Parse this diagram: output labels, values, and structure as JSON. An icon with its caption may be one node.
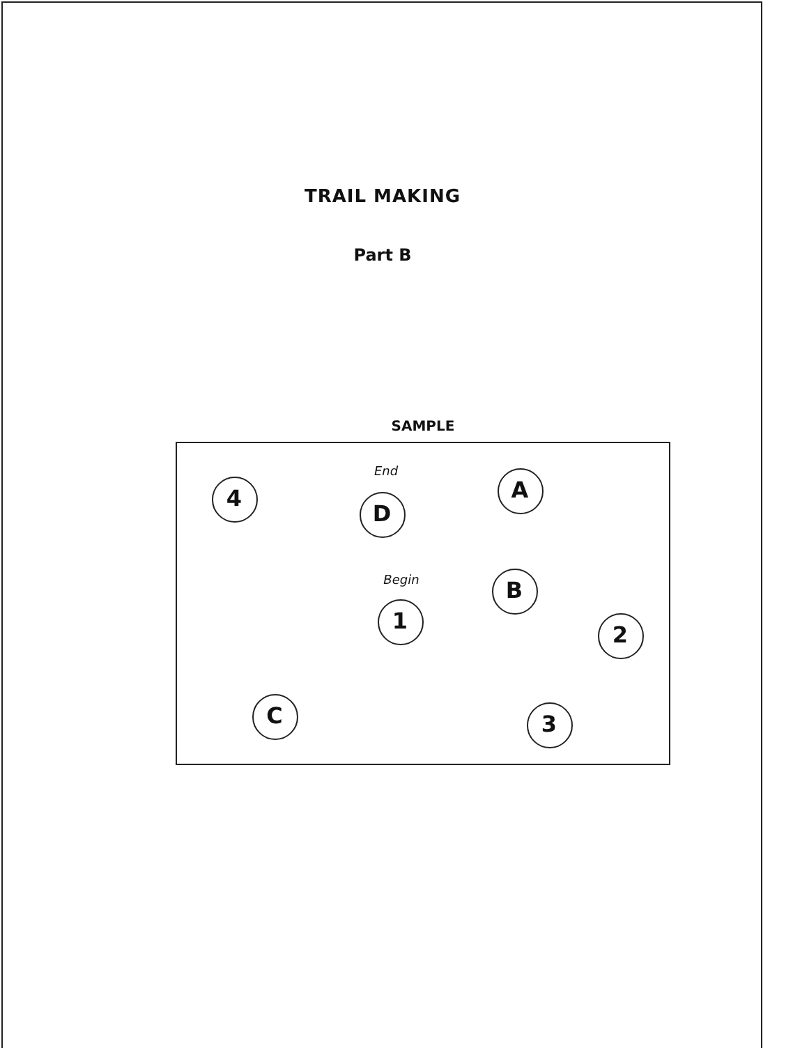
{
  "diagram": {
    "title": "TRAIL MAKING",
    "nodes": [
      {
        "text": [
          "SAMPLE"
        ]
      },
      {
        "text": [
          "4"
        ],
        "in": 0
      },
      {
        "text": [
          "D"
        ],
        "in": 0,
        "beside": [
          "End"
        ]
      },
      {
        "text": [
          "A"
        ],
        "in": 0
      },
      {
        "text": [
          "B"
        ],
        "in": 0
      },
      {
        "text": [
          "1"
        ],
        "in": 0,
        "beside": [
          "Begin"
        ]
      },
      {
        "text": [
          "2"
        ],
        "in": 0
      },
      {
        "text": [
          "C"
        ],
        "in": 0
      },
      {
        "text": [
          "3"
        ],
        "in": 0
      }
    ],
    "labels": [
      "Part B"
    ]
  }
}
